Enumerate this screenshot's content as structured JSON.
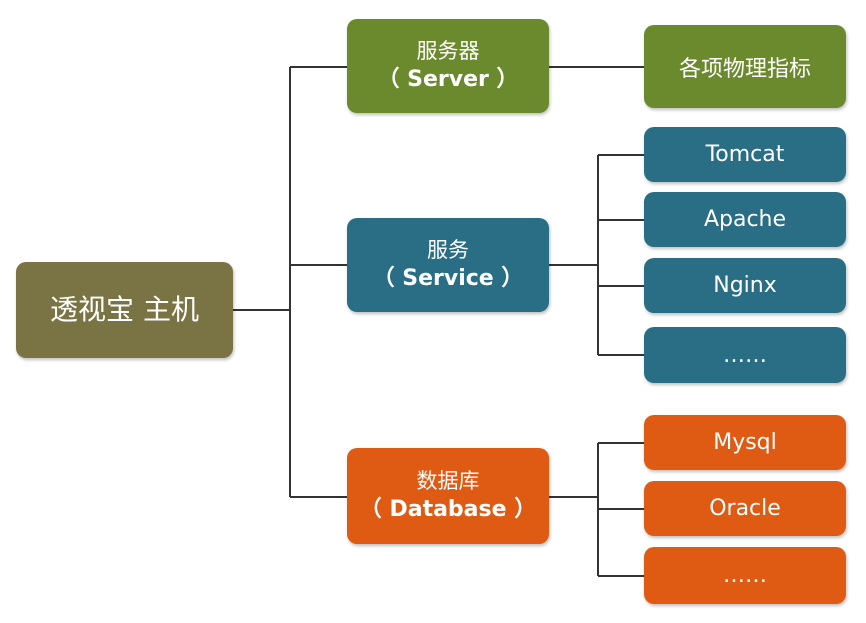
{
  "root": {
    "label": "透视宝 主机"
  },
  "categories": {
    "server": {
      "title": "服务器",
      "subtitle": "（ Server ）"
    },
    "service": {
      "title": "服务",
      "subtitle": "（ Service ）"
    },
    "database": {
      "title": "数据库",
      "subtitle": "（ Database ）"
    }
  },
  "leaves": {
    "server": [
      "各项物理指标"
    ],
    "service": [
      "Tomcat",
      "Apache",
      "Nginx",
      "……"
    ],
    "database": [
      "Mysql",
      "Oracle",
      "……"
    ]
  },
  "colors": {
    "root": "#7a7445",
    "server": "#6b8a2e",
    "service": "#2a6e85",
    "database": "#df5a12",
    "connector": "#333333"
  }
}
